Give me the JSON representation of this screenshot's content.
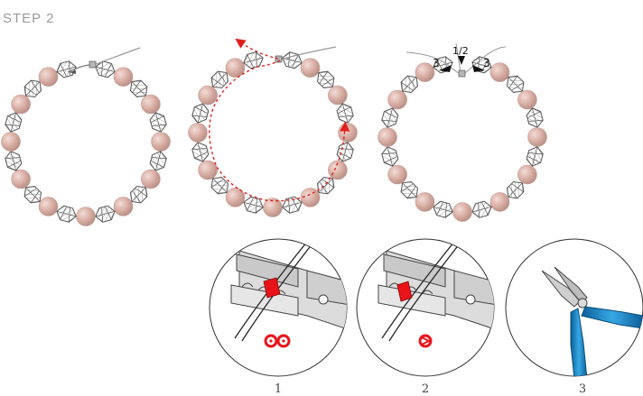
{
  "step_title": "STEP 2",
  "diagram2_labels": {
    "left": "3",
    "center": "1/2",
    "right": "3"
  },
  "tool_labels": [
    "1",
    "2",
    "3"
  ],
  "colors": {
    "pearl": "#d8aea4",
    "pearl_shadow": "#b78e85",
    "crystal_stroke": "#555555",
    "thread": "#888888",
    "path_red": "#e0201c",
    "crimp_red": "#e8141a",
    "cutter_handle": "#1e88c8"
  },
  "icons": [
    "crimping-pliers-icon",
    "crimping-pliers-icon",
    "wire-cutter-icon"
  ]
}
